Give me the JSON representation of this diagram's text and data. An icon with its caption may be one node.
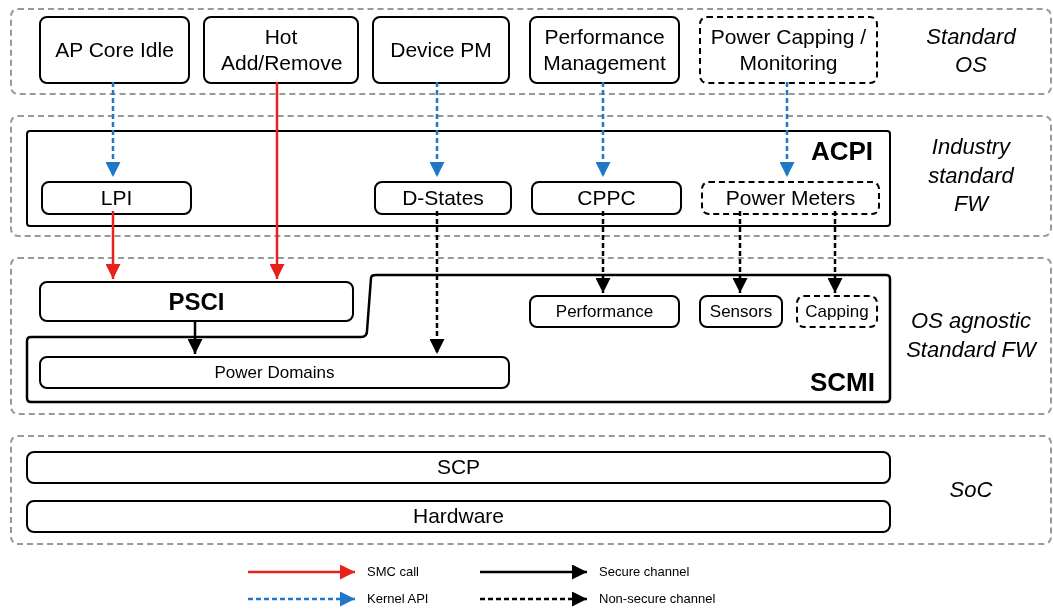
{
  "diagram": {
    "nodes": [
      {
        "text": [
          "Standard OS"
        ]
      },
      {
        "text": [
          "AP Core Idle"
        ],
        "in": 0
      },
      {
        "text": [
          "Hot Add/Remove"
        ],
        "in": 0
      },
      {
        "text": [
          "Device PM"
        ],
        "in": 0
      },
      {
        "text": [
          "Performance Management"
        ],
        "in": 0
      },
      {
        "text": [
          "Power Capping / Monitoring"
        ],
        "in": 0
      },
      {
        "text": [
          "Industry standard FW"
        ]
      },
      {
        "text": [
          "ACPI"
        ],
        "in": 6
      },
      {
        "text": [
          "LPI"
        ],
        "in": 7
      },
      {
        "text": [
          "D-States"
        ],
        "in": 7
      },
      {
        "text": [
          "CPPC"
        ],
        "in": 7
      },
      {
        "text": [
          "Power Meters"
        ],
        "in": 7
      },
      {
        "text": [
          "OS agnostic Standard FW"
        ]
      },
      {
        "text": [
          "SCMI"
        ],
        "in": 12
      },
      {
        "text": [
          "PSCI"
        ],
        "in": 12
      },
      {
        "text": [
          "Performance"
        ],
        "in": 13
      },
      {
        "text": [
          "Sensors"
        ],
        "in": 13
      },
      {
        "text": [
          "Capping"
        ],
        "in": 13
      },
      {
        "text": [
          "Power Domains"
        ],
        "in": 13
      },
      {
        "text": [
          "SoC"
        ]
      },
      {
        "text": [
          "SCP"
        ],
        "in": 19
      },
      {
        "text": [
          "Hardware"
        ],
        "in": 19
      }
    ],
    "edges": [
      {
        "from": 1,
        "to": 8,
        "arrow": "to",
        "style": "dashed",
        "color": "#1f77c8"
      },
      {
        "from": 2,
        "to": 14,
        "arrow": "to",
        "color": "#e8211b"
      },
      {
        "from": 3,
        "to": 9,
        "arrow": "to",
        "style": "dashed",
        "color": "#1f77c8"
      },
      {
        "from": 4,
        "to": 10,
        "arrow": "to",
        "style": "dashed",
        "color": "#1f77c8"
      },
      {
        "from": 5,
        "to": 11,
        "arrow": "to",
        "style": "dashed",
        "color": "#1f77c8"
      },
      {
        "from": 8,
        "to": 14,
        "arrow": "to",
        "color": "#e8211b"
      },
      {
        "from": 9,
        "to": 18,
        "arrow": "to",
        "style": "dashed"
      },
      {
        "from": 10,
        "to": 15,
        "arrow": "to",
        "style": "dashed"
      },
      {
        "from": 11,
        "to": 16,
        "arrow": "to",
        "style": "dashed"
      },
      {
        "from": 11,
        "to": 17,
        "arrow": "to",
        "style": "dashed"
      },
      {
        "from": 14,
        "to": 18,
        "arrow": "to"
      }
    ],
    "legend": [
      {
        "text": "SMC call"
      },
      {
        "text": "Secure channel"
      },
      {
        "text": "Kernel API"
      },
      {
        "text": "Non-secure channel"
      }
    ]
  }
}
